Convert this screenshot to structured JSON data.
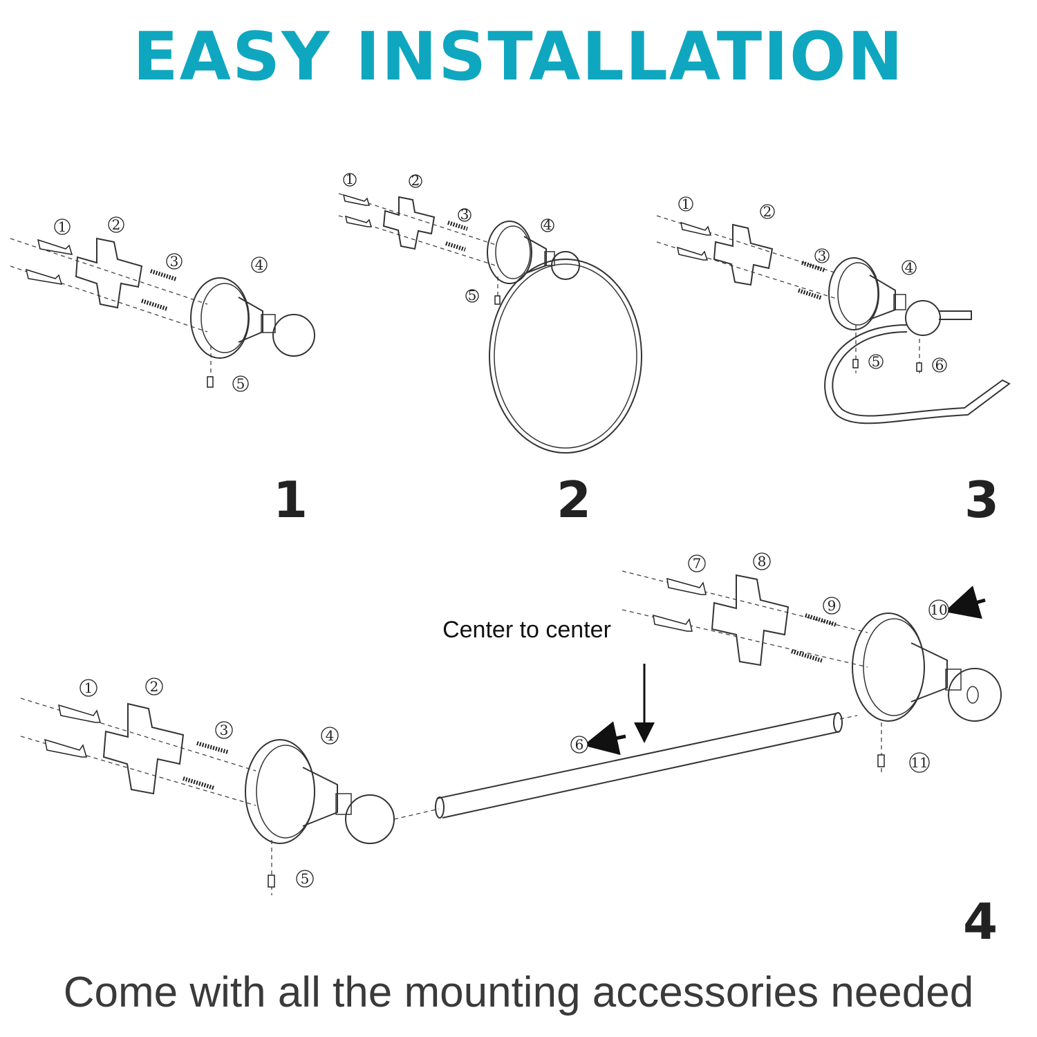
{
  "title": "EASY INSTALLATION",
  "caption": "Come with all the mounting accessories needed",
  "annotation": "Center to center",
  "colors": {
    "title": "#0fa7bf",
    "caption": "#3a3a3a",
    "ink": "#222222"
  },
  "steps": [
    {
      "number": "1",
      "callouts": [
        "1",
        "2",
        "3",
        "4",
        "5"
      ]
    },
    {
      "number": "2",
      "callouts": [
        "1",
        "2",
        "3",
        "4",
        "5"
      ]
    },
    {
      "number": "3",
      "callouts": [
        "1",
        "2",
        "3",
        "4",
        "5",
        "6"
      ]
    },
    {
      "number": "4",
      "callouts": [
        "1",
        "2",
        "3",
        "4",
        "5",
        "6",
        "7",
        "8",
        "9",
        "10",
        "11"
      ]
    }
  ]
}
